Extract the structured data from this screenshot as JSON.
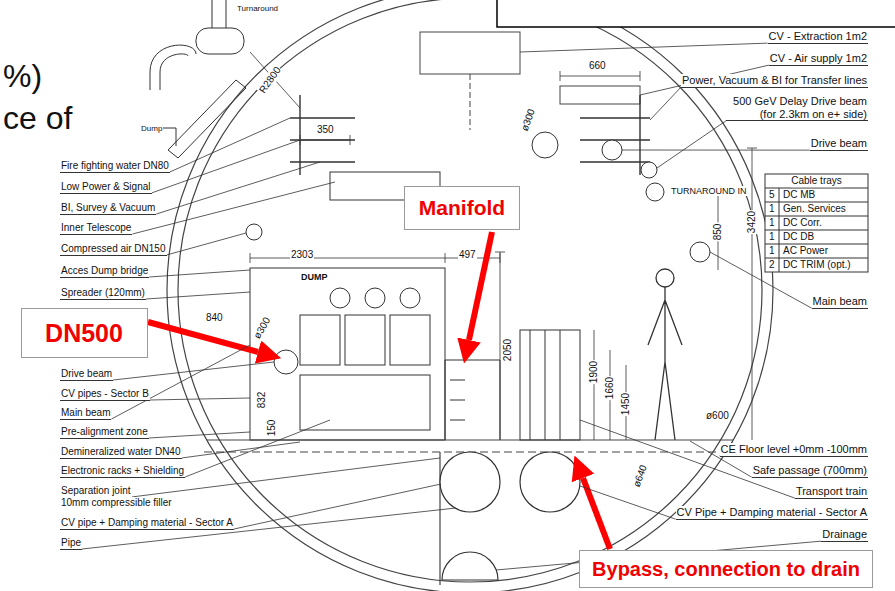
{
  "diagram": {
    "nodes": [
      {
        "text": [
          "Manifold"
        ]
      },
      {
        "text": [
          "DN500"
        ]
      },
      {
        "text": [
          "Bypass, connection to drain"
        ]
      }
    ],
    "labels": [
      "%)",
      "ce of",
      "Turnaround",
      "Dump",
      "R2800",
      "660",
      "350",
      "ø300",
      "CV - Extraction 1m2",
      "CV - Air supply 1m2",
      "Power, Vacuum & BI for Transfer lines",
      "500 GeV Delay Drive beam (for 2.3km on e+ side)",
      "Drive beam",
      "Fire fighting water DN80",
      "Low Power & Signal",
      "BI, Survey & Vacuum",
      "Inner Telescope",
      "Compressed air DN150",
      "Acces Dump bridge",
      "Spreader (120mm)",
      "TURNAROUND IN",
      "Cable trays",
      "5",
      "DC MB",
      "1",
      "Gen. Services",
      "1",
      "DC Corr.",
      "1",
      "DC DB",
      "1",
      "AC Power",
      "2",
      "DC TRIM (opt.)",
      "850",
      "3420",
      "Main beam",
      "2303",
      "497",
      "DUMP",
      "2050",
      "1900",
      "1660",
      "1450",
      "ø300",
      "840",
      "832",
      "150",
      "Drive beam",
      "CV pipes - Sector B",
      "Main beam",
      "Pre-alignment zone",
      "Demineralized water DN40",
      "Electronic racks + Shielding",
      "Separation joint",
      "10mm compressible filler",
      "CV pipe + Damping material - Sector A",
      "Pipe",
      "ø600",
      "CE Floor level +0mm -100mm",
      "ø640",
      "Safe passage (700mm)",
      "Transport train",
      "CV Pipe + Damping material - Sector A",
      "Drainage"
    ]
  }
}
